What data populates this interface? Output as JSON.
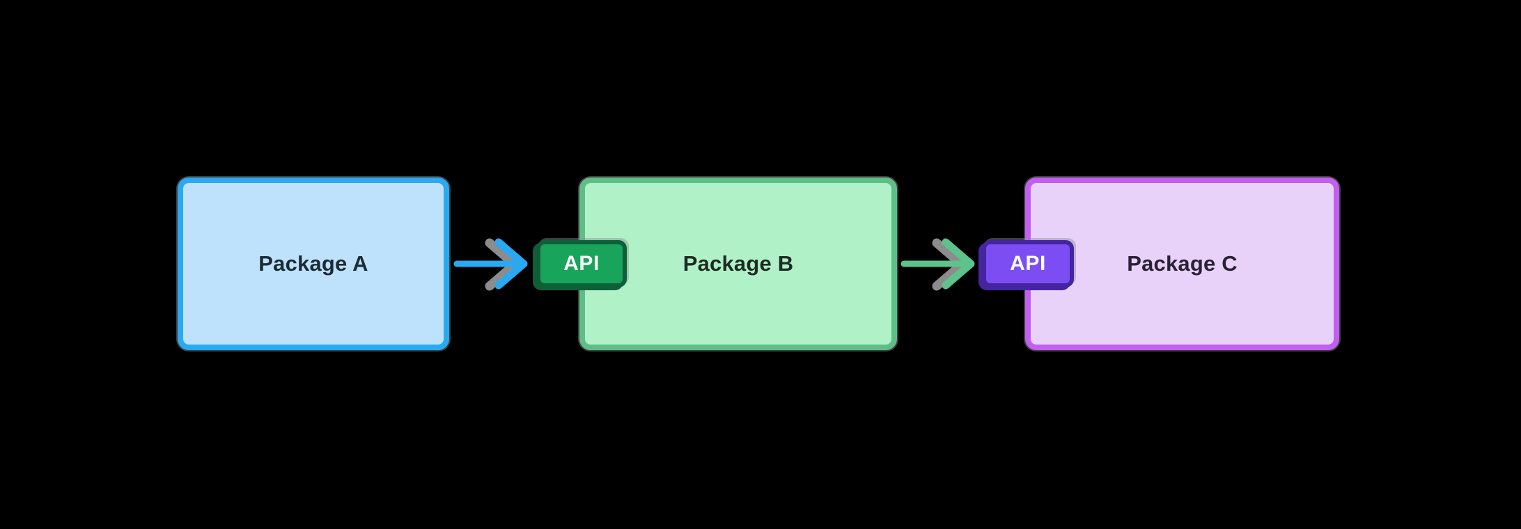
{
  "diagram": {
    "background_color": "#000000",
    "shadow_color": "#8c8c8c",
    "nodes": [
      {
        "id": "package-a",
        "label": "Package A",
        "fill": "#bfe2fc",
        "border": "#29a9f1",
        "text_color": "#1c2b36"
      },
      {
        "id": "package-b",
        "label": "Package B",
        "fill": "#b1f1c7",
        "border": "#5fbe86",
        "text_color": "#1d2c23"
      },
      {
        "id": "package-c",
        "label": "Package C",
        "fill": "#e9d2fa",
        "border": "#c25ff0",
        "text_color": "#2b2136"
      }
    ],
    "badges": [
      {
        "id": "api-badge-b",
        "label": "API",
        "fill": "#19a45b",
        "border": "#0d5f38",
        "text_color": "#ffffff",
        "attached_to": "package-b"
      },
      {
        "id": "api-badge-c",
        "label": "API",
        "fill": "#7b4df2",
        "border": "#44249f",
        "text_color": "#ffffff",
        "attached_to": "package-c"
      }
    ],
    "arrows": [
      {
        "id": "arrow-a-to-b",
        "from": "package-a",
        "to": "package-b",
        "direction": "right",
        "color": "#2aa9f3",
        "shadow": "#8c8c8c"
      },
      {
        "id": "arrow-b-to-c",
        "from": "package-b",
        "to": "package-c",
        "direction": "right",
        "color": "#5dc38c",
        "shadow": "#8c8c8c"
      }
    ]
  }
}
